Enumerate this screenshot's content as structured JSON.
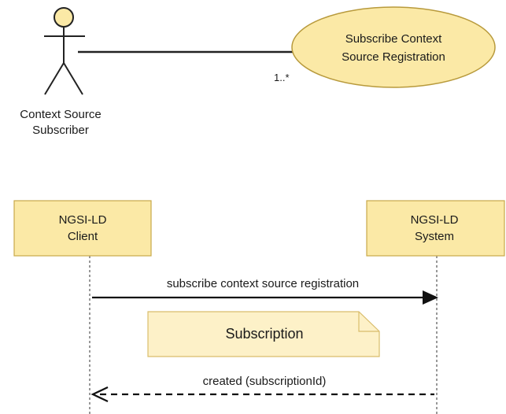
{
  "use_case": {
    "actor_label_line1": "Context Source",
    "actor_label_line2": "Subscriber",
    "use_case_line1": "Subscribe Context",
    "use_case_line2": "Source Registration",
    "multiplicity": "1..*"
  },
  "sequence": {
    "participants": [
      {
        "line1": "NGSI-LD",
        "line2": "Client"
      },
      {
        "line1": "NGSI-LD",
        "line2": "System"
      }
    ],
    "request_message": "subscribe context source registration",
    "note": "Subscription",
    "response_message": "created (subscriptionId)"
  },
  "colors": {
    "participant_fill": "#fbe9a6",
    "participant_stroke": "#c9a94a",
    "use_case_fill": "#fbe9a6",
    "use_case_stroke": "#b89a3c",
    "actor_head_fill": "#fbe9a6",
    "note_fill": "#fdf1c8",
    "note_stroke": "#d9bd6c",
    "line": "#222222"
  }
}
